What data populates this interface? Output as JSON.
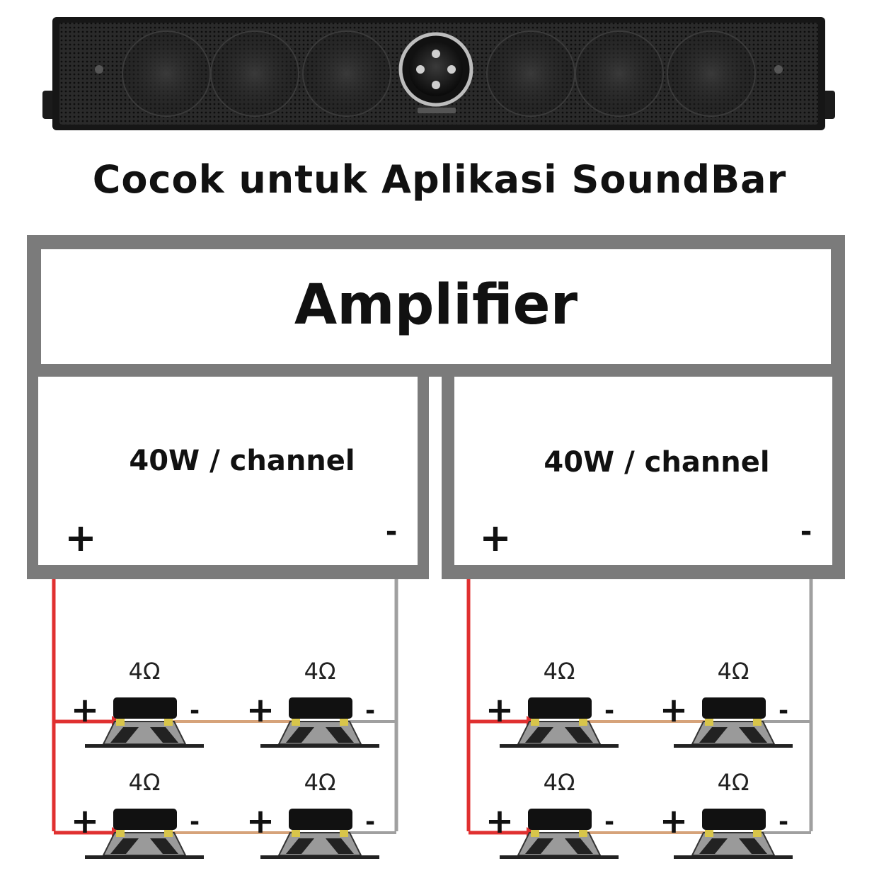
{
  "product": {
    "image_icon": "soundbar-speaker-icon",
    "caption": "Cocok untuk Aplikasi SoundBar"
  },
  "amplifier": {
    "title": "Amplifier",
    "channels": [
      {
        "power_label": "40W / channel",
        "plus": "+",
        "minus": "-"
      },
      {
        "power_label": "40W / channel",
        "plus": "+",
        "minus": "-"
      }
    ]
  },
  "speakers": {
    "impedance": "4Ω",
    "plus": "+",
    "minus": "-",
    "icon": "speaker-driver-icon"
  },
  "colors": {
    "positive_wire": "#e03030",
    "negative_wire": "#a0a0a0",
    "series_wire": "#d6a37a",
    "frame": "#7b7b7b"
  }
}
